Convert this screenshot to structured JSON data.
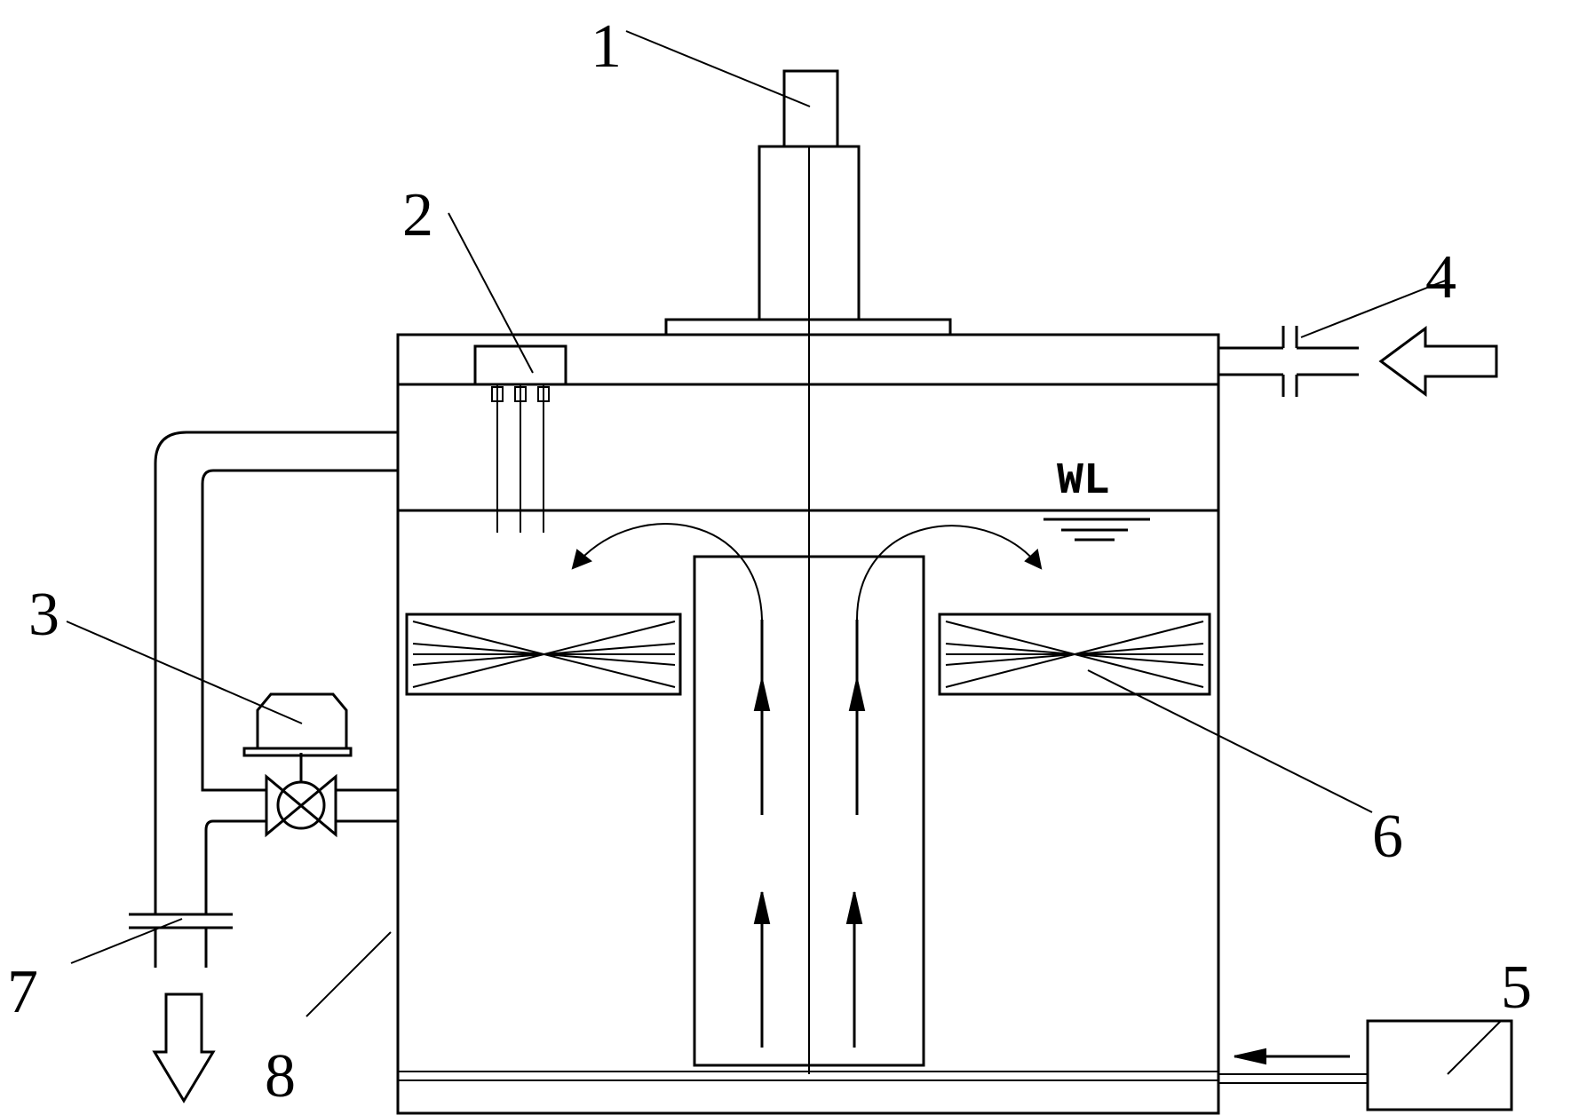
{
  "labels": {
    "motor": "1",
    "sensor": "2",
    "valve_actuator": "3",
    "inlet": "4",
    "blower": "5",
    "packing": "6",
    "outlet": "7",
    "tank": "8"
  },
  "water_level": "WL"
}
